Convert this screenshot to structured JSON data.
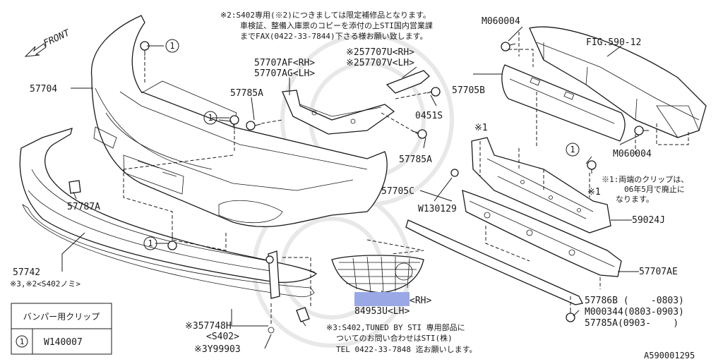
{
  "front_label": "FRONT",
  "notes": {
    "top_line1": "※2:S402専用(※2)につきましては限定補修品となります。",
    "top_line2": "車検証、整備入庫票のコピーを添付の上STI国内営業課",
    "top_line3": "までFAX(0422-33-7844)下さる様お願い致します。",
    "clip_line1": "※1:両端のクリップは、",
    "clip_line2": "06年5月で廃止に",
    "clip_line3": "なります。",
    "sti_line1": "※3:S402,TUNED BY STI 専用部品に",
    "sti_line2": "ついてのお問い合わせはSTI(株)",
    "sti_line3": "TEL 0422-33-7848 迄お願いします。"
  },
  "parts": {
    "p57704": "57704",
    "m060004_top": "M060004",
    "fig": "FIG.590-12",
    "p257707u": "※257707U<RH>",
    "p257707v": "※257707V<LH>",
    "p57707af": "57707AF<RH>",
    "p57707ag": "57707AG<LH>",
    "p57705b": "57705B",
    "p57785a_1": "57785A",
    "p0451s": "0451S",
    "p57785a_2": "57785A",
    "star1_a": "※1",
    "star1_b": "※1",
    "m060004_bottom": "M060004",
    "p57705c": "57705C",
    "w130129": "W130129",
    "p57787a": "57787A",
    "p59024j": "59024J",
    "p57742": "57742",
    "p57742_note": "※3,※2<S402ノミ>",
    "p57707ae": "57707AE",
    "p84953t_suffix": "<RH>",
    "p84953u": "84953U<LH>",
    "p357748h": "※357748H",
    "p357748h_note": "<S402>",
    "p3y99903": "※3Y99903",
    "p57786b": "57786B (    -0803)",
    "m000344": "M000344(0803-0903)",
    "p57785a_3": "57785A(0903-    )",
    "diagram_id": "A590001295"
  },
  "callout_number": "1",
  "legend": {
    "header": "バンパー用クリップ",
    "key": "1",
    "value": "W140007"
  },
  "highlight_color": "#9aa8e6"
}
